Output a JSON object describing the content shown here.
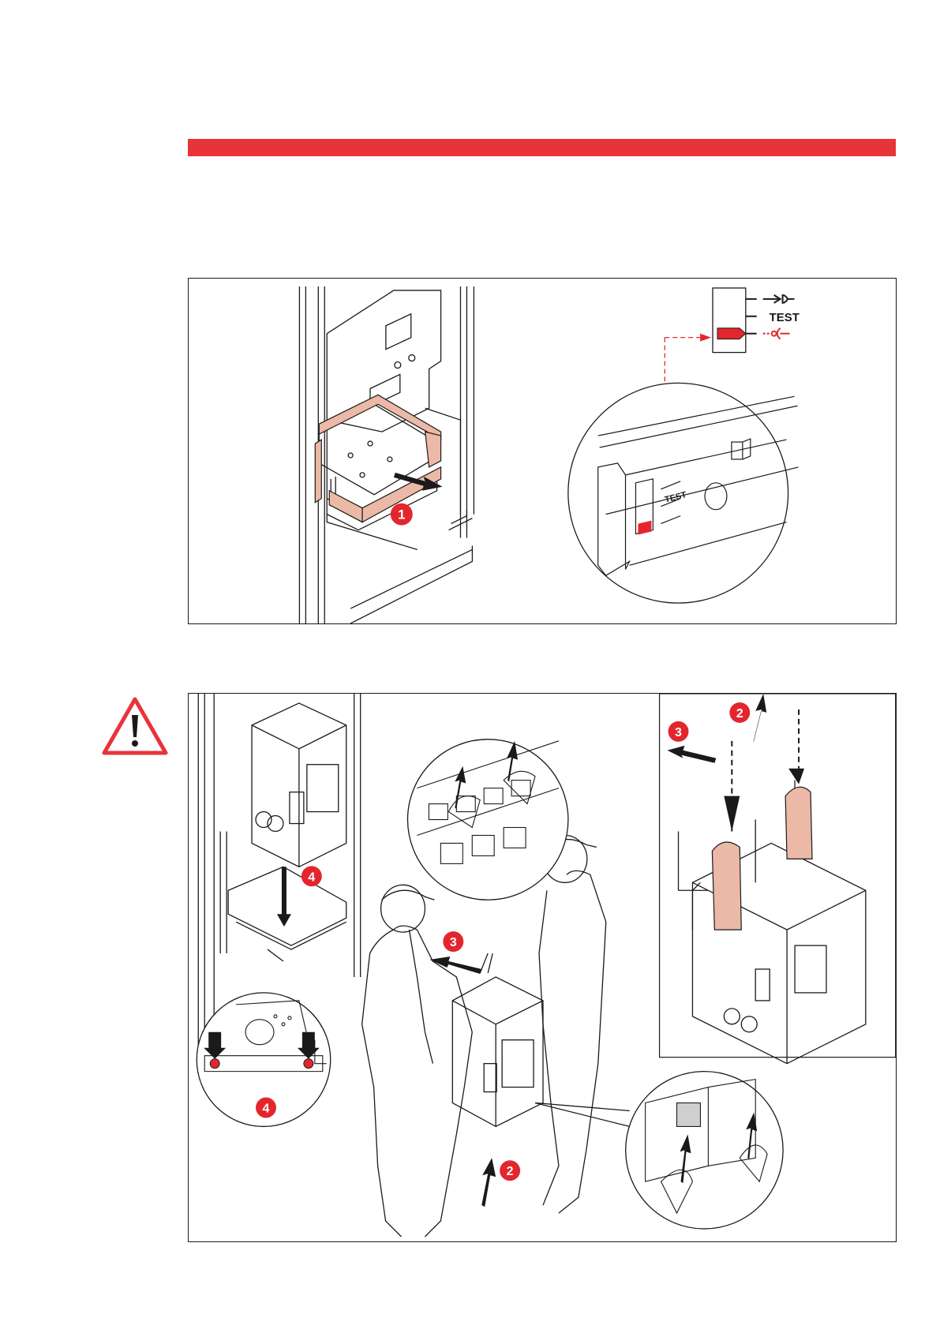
{
  "colors": {
    "accent_red": "#e8333a",
    "marker_red": "#e3262e",
    "highlight_pink": "#ebb9a6",
    "line": "#1a1a1a",
    "grey_fill": "#cfcfcf"
  },
  "figure_1": {
    "step_badge": "1",
    "indicator_label": "TEST",
    "indicator_label_small": "TEST"
  },
  "figure_2": {
    "warning_icon": "warning-triangle-icon",
    "badges": {
      "main_lift_arrow": "2",
      "main_move_arrow": "3",
      "guide_rail_arrow": "4",
      "rail_detail": "4",
      "hoist_lift": "2",
      "hoist_move": "3"
    }
  }
}
